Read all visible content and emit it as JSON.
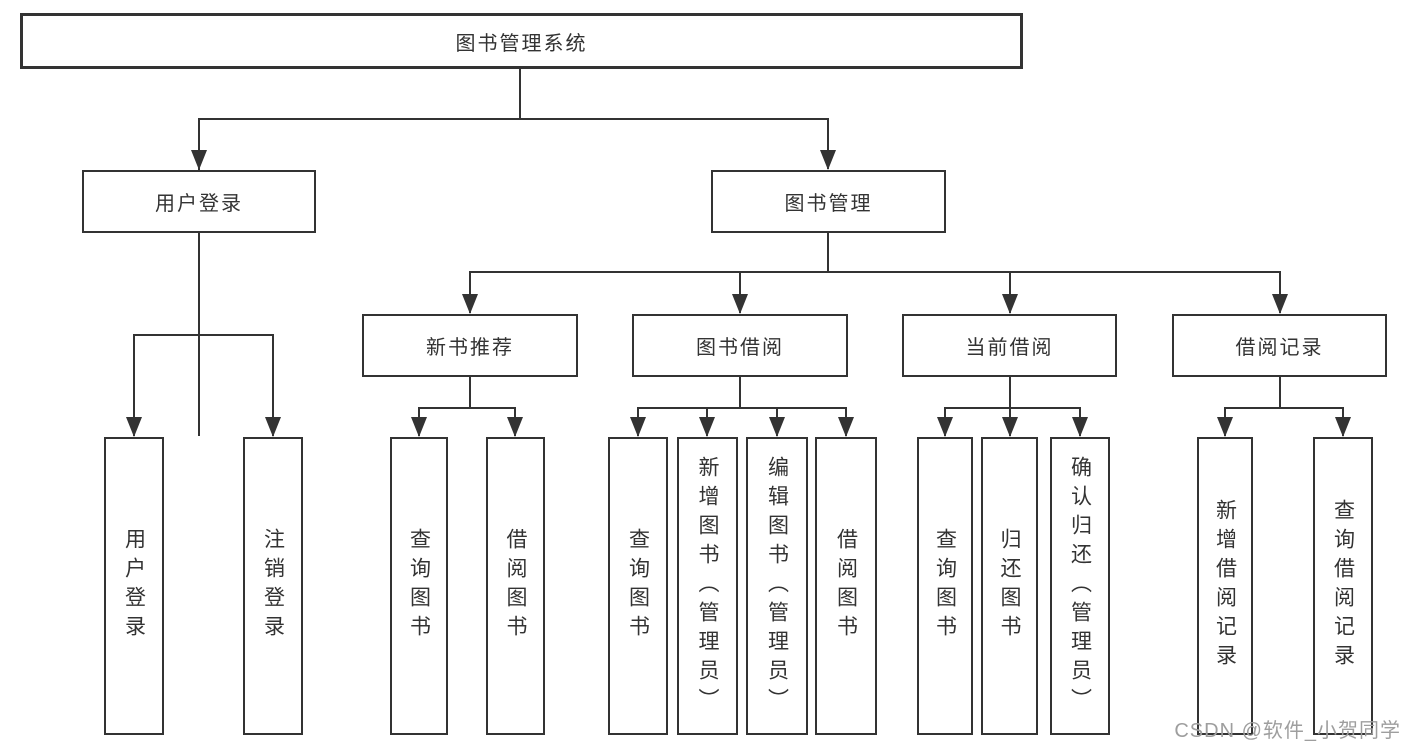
{
  "tree": {
    "root": "图书管理系统",
    "branches": [
      {
        "label": "用户登录",
        "leaves": [
          "用户登录",
          "注销登录"
        ]
      },
      {
        "label": "图书管理",
        "groups": [
          {
            "label": "新书推荐",
            "leaves": [
              "查询图书",
              "借阅图书"
            ]
          },
          {
            "label": "图书借阅",
            "leaves": [
              "查询图书",
              "新增图书（管理员）",
              "编辑图书（管理员）",
              "借阅图书"
            ]
          },
          {
            "label": "当前借阅",
            "leaves": [
              "查询图书",
              "归还图书",
              "确认归还（管理员）"
            ]
          },
          {
            "label": "借阅记录",
            "leaves": [
              "新增借阅记录",
              "查询借阅记录"
            ]
          }
        ]
      }
    ]
  },
  "watermark": "CSDN @软件_小贺同学",
  "colors": {
    "line": "#333333",
    "box_fill": "#ffffff",
    "text": "#333333",
    "watermark": "#9e9e9e"
  }
}
